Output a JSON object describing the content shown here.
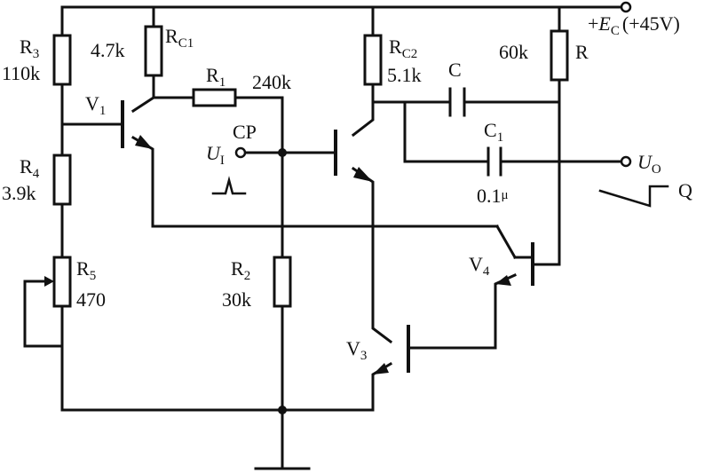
{
  "supply": {
    "plus": "+",
    "e": "E",
    "sub": "C",
    "value": "(+45V)"
  },
  "r3": {
    "name": "R",
    "sub": "3",
    "value": "110k"
  },
  "rc1": {
    "name": "R",
    "sub": "C1",
    "value": "4.7k"
  },
  "r1": {
    "name": "R",
    "sub": "1",
    "value": "240k"
  },
  "rc2": {
    "name": "R",
    "sub": "C2",
    "value": "5.1k"
  },
  "r": {
    "name": "R",
    "value": "60k"
  },
  "c": {
    "name": "C"
  },
  "c1": {
    "name": "C",
    "sub": "1",
    "value": "0.1",
    "unit": "μ"
  },
  "r4": {
    "name": "R",
    "sub": "4",
    "value": "3.9k"
  },
  "r5": {
    "name": "R",
    "sub": "5",
    "value": "470"
  },
  "r2": {
    "name": "R",
    "sub": "2",
    "value": "30k"
  },
  "v1": {
    "name": "V",
    "sub": "1"
  },
  "v3": {
    "name": "V",
    "sub": "3"
  },
  "v4": {
    "name": "V",
    "sub": "4"
  },
  "input": {
    "name": "U",
    "sub": "I",
    "signal": "CP"
  },
  "output": {
    "name": "U",
    "sub": "O",
    "label": "Q"
  }
}
